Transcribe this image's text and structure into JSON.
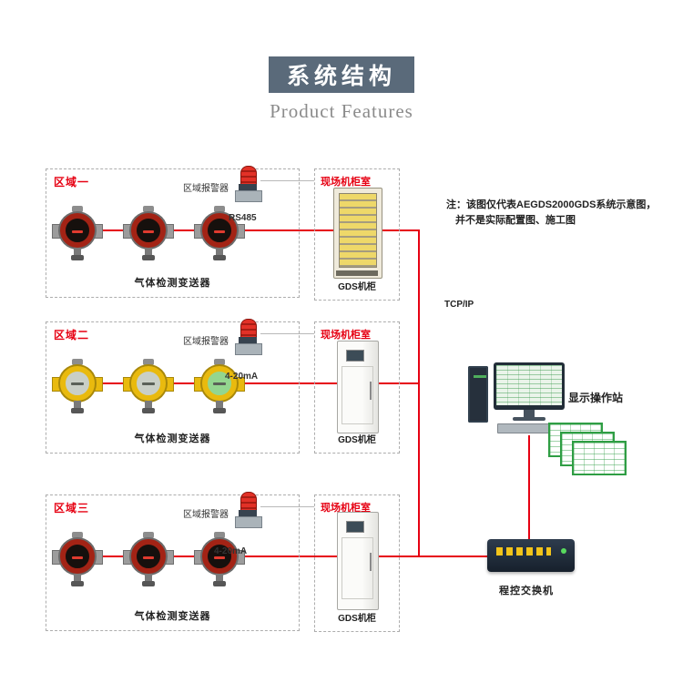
{
  "header": {
    "title": "系统结构",
    "subtitle": "Product Features"
  },
  "note": {
    "line1": "注：该图仅代表AEGDS2000GDS系统示意图，",
    "line2": "并不是实际配置图、施工图"
  },
  "zones": [
    {
      "name": "区域一",
      "alarm_label": "区域报警器",
      "bus_label": "RS485",
      "device_label": "气体检测变送器"
    },
    {
      "name": "区域二",
      "alarm_label": "区域报警器",
      "bus_label": "4-20mA",
      "device_label": "气体检测变送器"
    },
    {
      "name": "区域三",
      "alarm_label": "区域报警器",
      "bus_label": "4-20mA",
      "device_label": "气体检测变送器"
    }
  ],
  "cabinet_rooms": [
    {
      "title": "现场机柜室",
      "cabinet_label": "GDS机柜"
    },
    {
      "title": "现场机柜室",
      "cabinet_label": "GDS机柜"
    },
    {
      "title": "现场机柜室",
      "cabinet_label": "GDS机柜"
    }
  ],
  "network": {
    "tcpip_label": "TCP/IP",
    "workstation_label": "显示操作站",
    "switch_label": "程控交换机"
  },
  "colors": {
    "accent_red": "#e60012",
    "banner_bg": "#5a6a7a",
    "detector_red": "#a32315",
    "detector_yellow": "#e9ba0e",
    "cabinet_yellow": "#eed869",
    "screen_green": "#2f9e44"
  }
}
